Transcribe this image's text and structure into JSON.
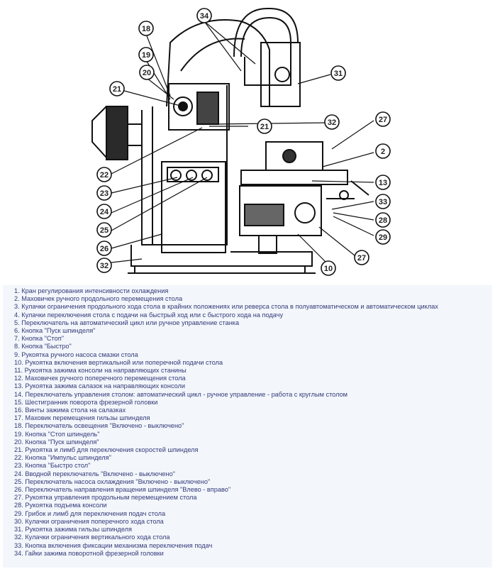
{
  "callouts": [
    "34",
    "18",
    "19",
    "20",
    "21",
    "31",
    "21",
    "32",
    "27",
    "2",
    "22",
    "23",
    "13",
    "24",
    "33",
    "28",
    "25",
    "29",
    "26",
    "27",
    "10",
    "32"
  ],
  "legend": [
    "1. Кран регулирования интенсивности охлаждения",
    "2. Маховичек ручного продольного перемещения стола",
    "3. Кулачки ограничения продольного хода стола в крайних положениях или реверса стола в полуавтоматическом и автоматическом циклах",
    "4. Кулачки переключения стола с подачи на быстрый ход или с быстрого хода на подачу",
    "5. Переключатель на автоматический цикл или ручное управление станка",
    "6. Кнопка \"Пуск шпинделя\"",
    "7. Кнопка \"Стоп\"",
    "8. Кнопка \"Быстро\"",
    "9. Рукоятка ручного насоса смазки стола",
    "10. Рукоятка включения вертикальной или поперечной подачи стола",
    "11. Рукоятка зажима консоли на направляющих станины",
    "12. Маховичек ручного поперечного перемещения стола",
    "13. Рукоятка зажима салазок на направляющих консоли",
    "14. Переключатель управления столом: автоматический цикл - ручное управление - работа с круглым столом",
    "15. Шестигранник поворота фрезерной головки",
    "16. Винты зажима стола на салазках",
    "17. Маховик перемещения гильзы шпинделя",
    "18. Переключатель освещения \"Включено - выключено\"",
    "19. Кнопка \"Стоп шпиндель\"",
    "20. Кнопка \"Пуск шпинделя\"",
    "21. Рукоятка и лимб для переключения скоростей шпинделя",
    "22. Кнопка \"Импульс шпинделя\"",
    "23. Кнопка \"Быстро стол\"",
    "24. Вводной переключатель \"Включено - выключено\"",
    "25. Переключатель насоса охлаждения \"Включено - выключено\"",
    "26. Переключатель направления вращения шпинделя \"Влево - вправо\"",
    "27. Рукоятка управления продольным перемещением стола",
    "28. Рукоятка подъема консоли",
    "29. Грибок и лимб для переключения подач стола",
    "30. Кулачки ограничения поперечного хода стола",
    "31. Рукоятка зажима гильзы шпинделя",
    "32. Кулачки ограничения вертикального хода стола",
    "33. Кнопка включения фиксации механизма переключения подач",
    "34. Гайки зажима поворотной фрезерной головки"
  ]
}
